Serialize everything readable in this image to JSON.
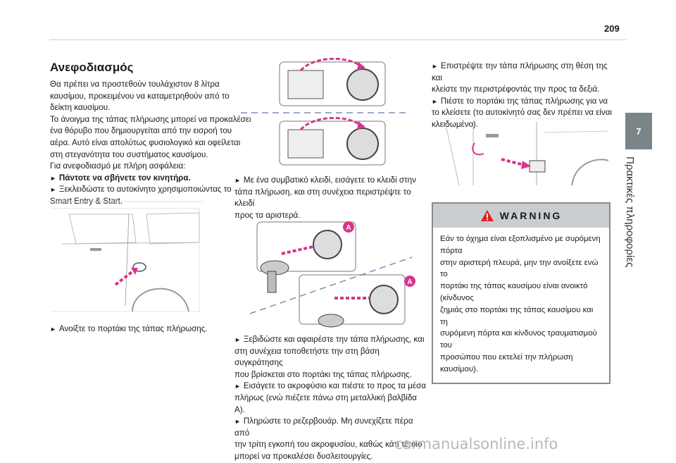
{
  "page": {
    "number": "209",
    "side_tab_number": "7",
    "side_tab_label": "Πρακτικές πληροφορίες"
  },
  "col1": {
    "title": "Ανεφοδιασμός",
    "lines": [
      "Θα πρέπει να προστεθούν τουλάχιστον 8 λίτρα",
      "καυσίμου, προκειμένου να καταμετρηθούν από το",
      "δείκτη καυσίμου.",
      "Το άνοιγμα της τάπας πλήρωσης μπορεί να προκαλέσει",
      "ένα θόρυβο που δημιουργείται από την εισροή του",
      "αέρα. Αυτό είναι απολύτως φυσιολογικό και οφείλεται",
      "στη στεγανότητα του συστήματος καυσίμου.",
      "Για ανεφοδιασμό με πλήρη ασφάλεια:"
    ],
    "step1": "Πάντοτε να σβήνετε τον κινητήρα.",
    "step2a": "Ξεκλειδώστε το αυτοκίνητο χρησιμοποιώντας το",
    "step2b": "Smart Entry & Start.",
    "caption": "Ανοίξτε το πορτάκι της τάπας πλήρωσης."
  },
  "col2": {
    "text1": [
      "Με ένα συμβατικό κλειδί, εισάγετε το κλειδί στην",
      "τάπα πλήρωση, και στη συνέχεια περιστρέψτε το κλειδί",
      "προς τα αριστερά."
    ],
    "label_a": "A",
    "steps": [
      "Ξεβιδώστε και αφαιρέστε την τάπα πλήρωσης, και",
      "στη συνέχεια τοποθετήστε την στη βάση συγκράτησης",
      "που βρίσκεται στο πορτάκι της τάπας πλήρωσης.",
      "Εισάγετε το ακροφύσιο και πιέστε το προς τα μέσα",
      "πλήρως (ενώ πιέζετε πάνω στη μεταλλική βαλβίδα A).",
      "Πληρώστε το ρεζερβουάρ. Μη συνεχίζετε πέρα από",
      "την τρίτη εγκοπή του ακροφυσίου, καθώς κάτι τέτοιο",
      "μπορεί να προκαλέσει δυσλειτουργίες."
    ]
  },
  "col3": {
    "text1": [
      "Επιστρέψτε την τάπα πλήρωσης στη θέση της και",
      "κλείστε την περιστρέφοντάς την προς τα δεξιά.",
      "Πιέστε το πορτάκι της τάπας πλήρωσης για να",
      "το κλείσετε (το αυτοκίνητό σας δεν πρέπει να είναι",
      "κλειδωμένο)."
    ],
    "warning_title": "WARNING",
    "warning_lines": [
      "Εάν το όχημα είναι εξοπλισμένο με συρόμενη πόρτα",
      "στην αριστερή πλευρά, μην την ανοίξετε ενώ το",
      "πορτάκι της τάπας καυσίμου είναι ανοικτό (κίνδυνος",
      "ζημιάς στο πορτάκι της τάπας καυσίμου και τη",
      "συρόμενη πόρτα και κίνδυνος τραυματισμού του",
      "προσώπου που εκτελεί την πλήρωση καυσίμου)."
    ]
  },
  "footer": "carmanualsonline.info",
  "colors": {
    "accent": "#d6368c",
    "tab": "#7b8589",
    "warning_bg": "#c9cdcf"
  }
}
